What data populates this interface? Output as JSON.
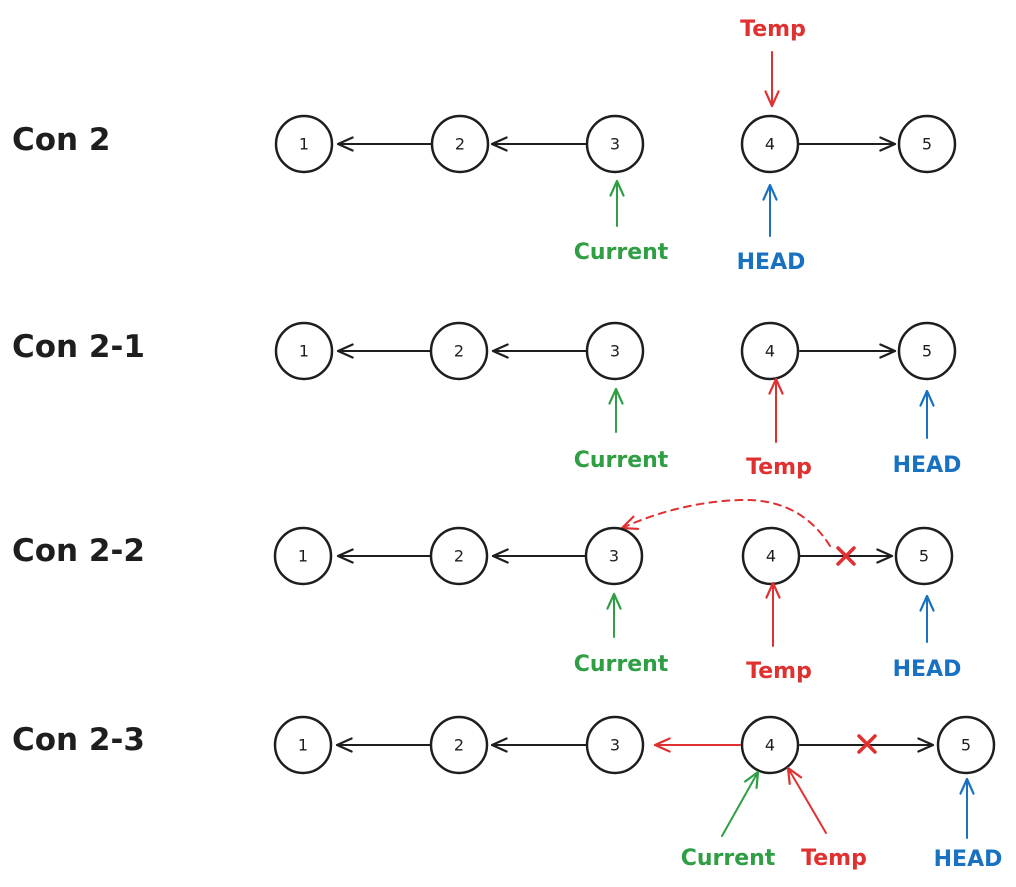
{
  "colors": {
    "ink": "#1e1e1e",
    "temp": "#e03131",
    "current": "#2f9e44",
    "head": "#1971c2"
  },
  "rows": [
    {
      "title": "Con 2",
      "nodes": [
        "1",
        "2",
        "3",
        "4",
        "5"
      ],
      "pointers": [
        {
          "label": "Temp",
          "color": "temp"
        },
        {
          "label": "Current",
          "color": "current"
        },
        {
          "label": "HEAD",
          "color": "head"
        }
      ]
    },
    {
      "title": "Con 2-1",
      "nodes": [
        "1",
        "2",
        "3",
        "4",
        "5"
      ],
      "pointers": [
        {
          "label": "Current",
          "color": "current"
        },
        {
          "label": "Temp",
          "color": "temp"
        },
        {
          "label": "HEAD",
          "color": "head"
        }
      ]
    },
    {
      "title": "Con 2-2",
      "nodes": [
        "1",
        "2",
        "3",
        "4",
        "5"
      ],
      "pointers": [
        {
          "label": "Current",
          "color": "current"
        },
        {
          "label": "Temp",
          "color": "temp"
        },
        {
          "label": "HEAD",
          "color": "head"
        }
      ]
    },
    {
      "title": "Con 2-3",
      "nodes": [
        "1",
        "2",
        "3",
        "4",
        "5"
      ],
      "pointers": [
        {
          "label": "Current",
          "color": "current"
        },
        {
          "label": "Temp",
          "color": "temp"
        },
        {
          "label": "HEAD",
          "color": "head"
        }
      ]
    }
  ]
}
